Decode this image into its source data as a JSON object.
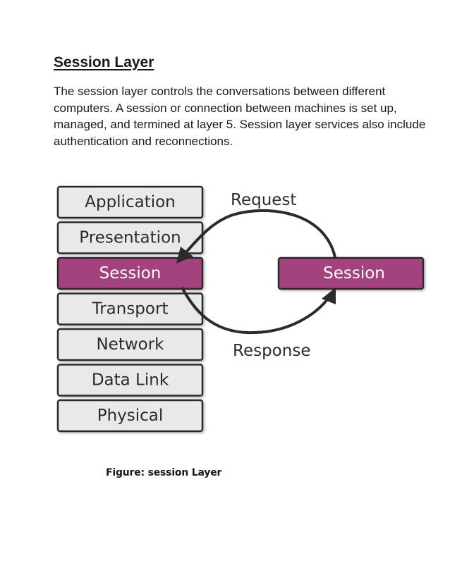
{
  "section": {
    "heading": "Session Layer",
    "paragraph": "The session layer controls the conversations between different computers. A session or connection between machines is set up, managed, and termined at layer 5. Session layer services also include authentication and reconnections."
  },
  "diagram": {
    "layers": [
      {
        "label": "Application",
        "highlighted": false
      },
      {
        "label": "Presentation",
        "highlighted": false
      },
      {
        "label": "Session",
        "highlighted": true
      },
      {
        "label": "Transport",
        "highlighted": false
      },
      {
        "label": "Network",
        "highlighted": false
      },
      {
        "label": "Data Link",
        "highlighted": false
      },
      {
        "label": "Physical",
        "highlighted": false
      }
    ],
    "remote_layer": {
      "label": "Session",
      "highlighted": true
    },
    "request_label": "Request",
    "response_label": "Response",
    "colors": {
      "highlight": "#a3437d",
      "box_fill": "#e9e9e9",
      "stroke": "#2b2b2b"
    }
  },
  "caption": "Figure: session Layer"
}
